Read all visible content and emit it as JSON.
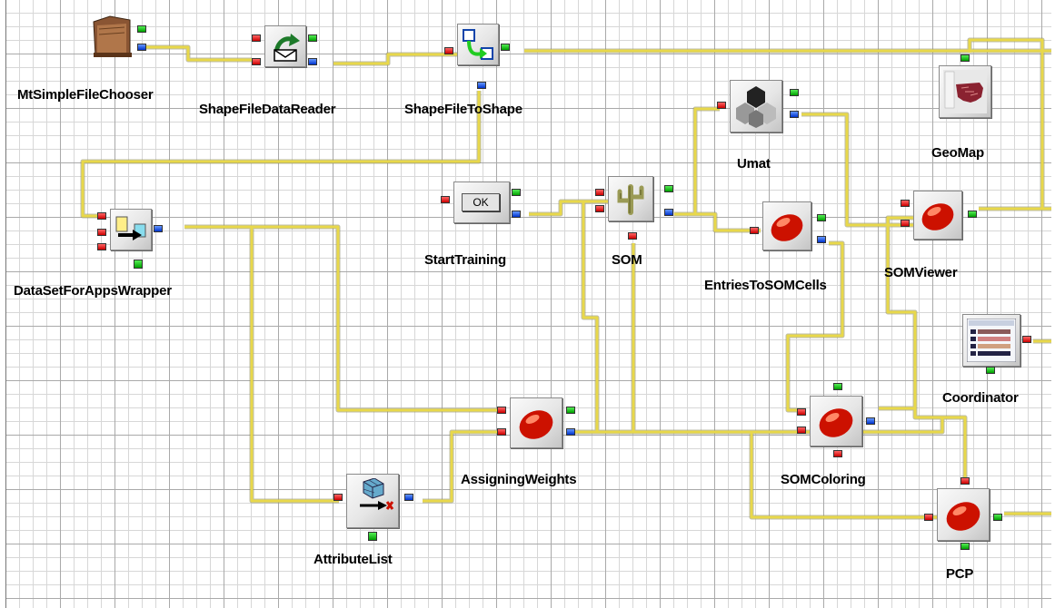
{
  "diagram": {
    "nodes": {
      "mt_simple_file_chooser": {
        "label": "MtSimpleFileChooser",
        "icon": "folder-icon"
      },
      "shape_file_data_reader": {
        "label": "ShapeFileDataReader",
        "icon": "read-arrow-icon"
      },
      "shape_file_to_shape": {
        "label": "ShapeFileToShape",
        "icon": "convert-arrow-icon"
      },
      "dataset_for_apps_wrapper": {
        "label": "DataSetForAppsWrapper",
        "icon": "dataset-arrow-icon"
      },
      "start_training": {
        "label": "StartTraining",
        "icon": "ok-button-icon",
        "button_text": "OK"
      },
      "som": {
        "label": "SOM",
        "icon": "cactus-icon"
      },
      "umat": {
        "label": "Umat",
        "icon": "hexagon-map-icon"
      },
      "geomap": {
        "label": "GeoMap",
        "icon": "us-map-icon"
      },
      "entries_to_som_cells": {
        "label": "EntriesToSOMCells",
        "icon": "red-bean-icon"
      },
      "som_viewer": {
        "label": "SOMViewer",
        "icon": "red-bean-icon"
      },
      "coordinator": {
        "label": "Coordinator",
        "icon": "coordinator-list-icon"
      },
      "assigning_weights": {
        "label": "AssigningWeights",
        "icon": "red-bean-icon"
      },
      "som_coloring": {
        "label": "SOMColoring",
        "icon": "red-bean-icon"
      },
      "attribute_list": {
        "label": "AttributeList",
        "icon": "cube-arrow-icon"
      },
      "pcp": {
        "label": "PCP",
        "icon": "red-bean-icon"
      }
    },
    "colors": {
      "wire": "#e8d84a",
      "port_in": "#dd2222",
      "port_out_green": "#22bb22",
      "port_out_blue": "#2255dd",
      "bean": "#dd2211"
    }
  }
}
